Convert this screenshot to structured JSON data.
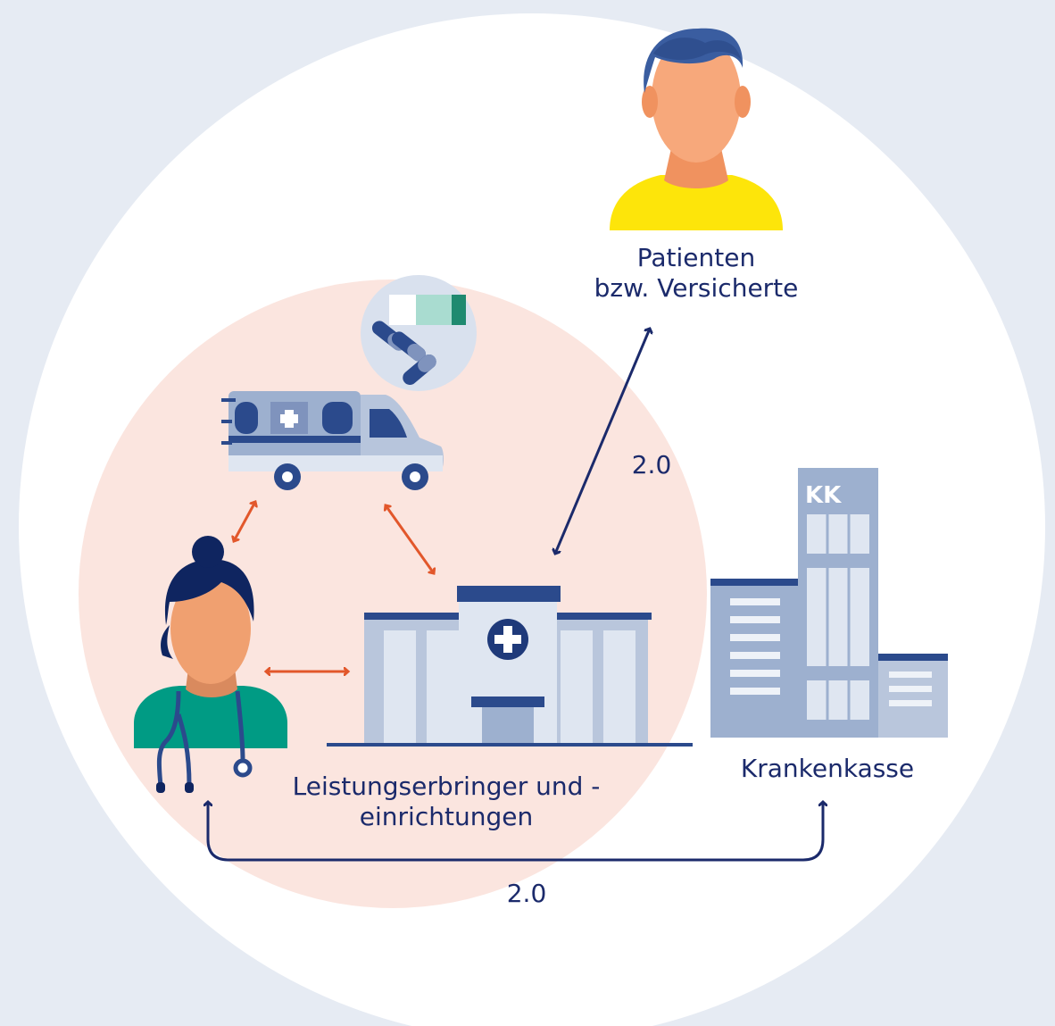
{
  "colors": {
    "background": "#e6ebf3",
    "outer_circle": "#ffffff",
    "inner_circle": "#fbe5df",
    "navy": "#1b2a6b",
    "orange_arrow": "#e2572b",
    "building_light": "#b9c6dc",
    "building_dark": "#2b4a8c",
    "skin": "#f7a87b",
    "shirt_yellow": "#fde50a",
    "scrubs_green": "#009b84"
  },
  "icons": [
    "patient-icon",
    "medication-icon",
    "ambulance-icon",
    "doctor-icon",
    "hospital-icon",
    "insurance-building-icon"
  ],
  "labels": {
    "patient_line1": "Patienten",
    "patient_line2": "bzw. Versicherte",
    "providers_line1": "Leistungserbringer und -",
    "providers_line2": "einrichtungen",
    "insurer": "Krankenkasse",
    "insurer_sign": "KK",
    "link_patient_hospital": "2.0",
    "link_doctor_insurer": "2.0"
  }
}
